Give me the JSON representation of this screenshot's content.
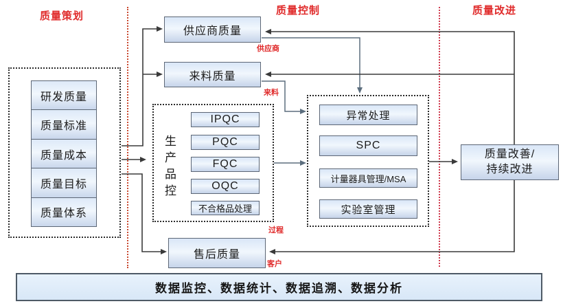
{
  "headers": {
    "planning": "质量策划",
    "control": "质量控制",
    "improvement": "质量改进"
  },
  "planning_box": {
    "items": [
      "研发质量",
      "质量标准",
      "质量成本",
      "质量目标",
      "质量体系"
    ]
  },
  "supplier_box": {
    "label": "供应商质量"
  },
  "incoming_box": {
    "label": "来料质量"
  },
  "production_box": {
    "side_label": "生产品控",
    "items": [
      "IPQC",
      "PQC",
      "FQC",
      "OQC",
      "不合格品处理"
    ]
  },
  "qc_tools_box": {
    "items": [
      "异常处理",
      "SPC",
      "计量器具管理/MSA",
      "实验室管理"
    ]
  },
  "improvement_box": {
    "line1": "质量改善/",
    "line2": "持续改进"
  },
  "aftersales_box": {
    "label": "售后质量"
  },
  "flow_labels": {
    "supplier": "供应商",
    "material": "来料",
    "process": "过程",
    "customer": "客户"
  },
  "bottom_bar": {
    "label": "数据监控、数据统计、数据追溯、数据分析"
  },
  "colors": {
    "accent_red": "#e02b2b",
    "divider_left": "#c9472e",
    "divider_right": "#cf3a4e",
    "line_dark": "#3a3a3a",
    "line_slate": "#5b6d7d",
    "box_fill": "#dce9f8"
  }
}
